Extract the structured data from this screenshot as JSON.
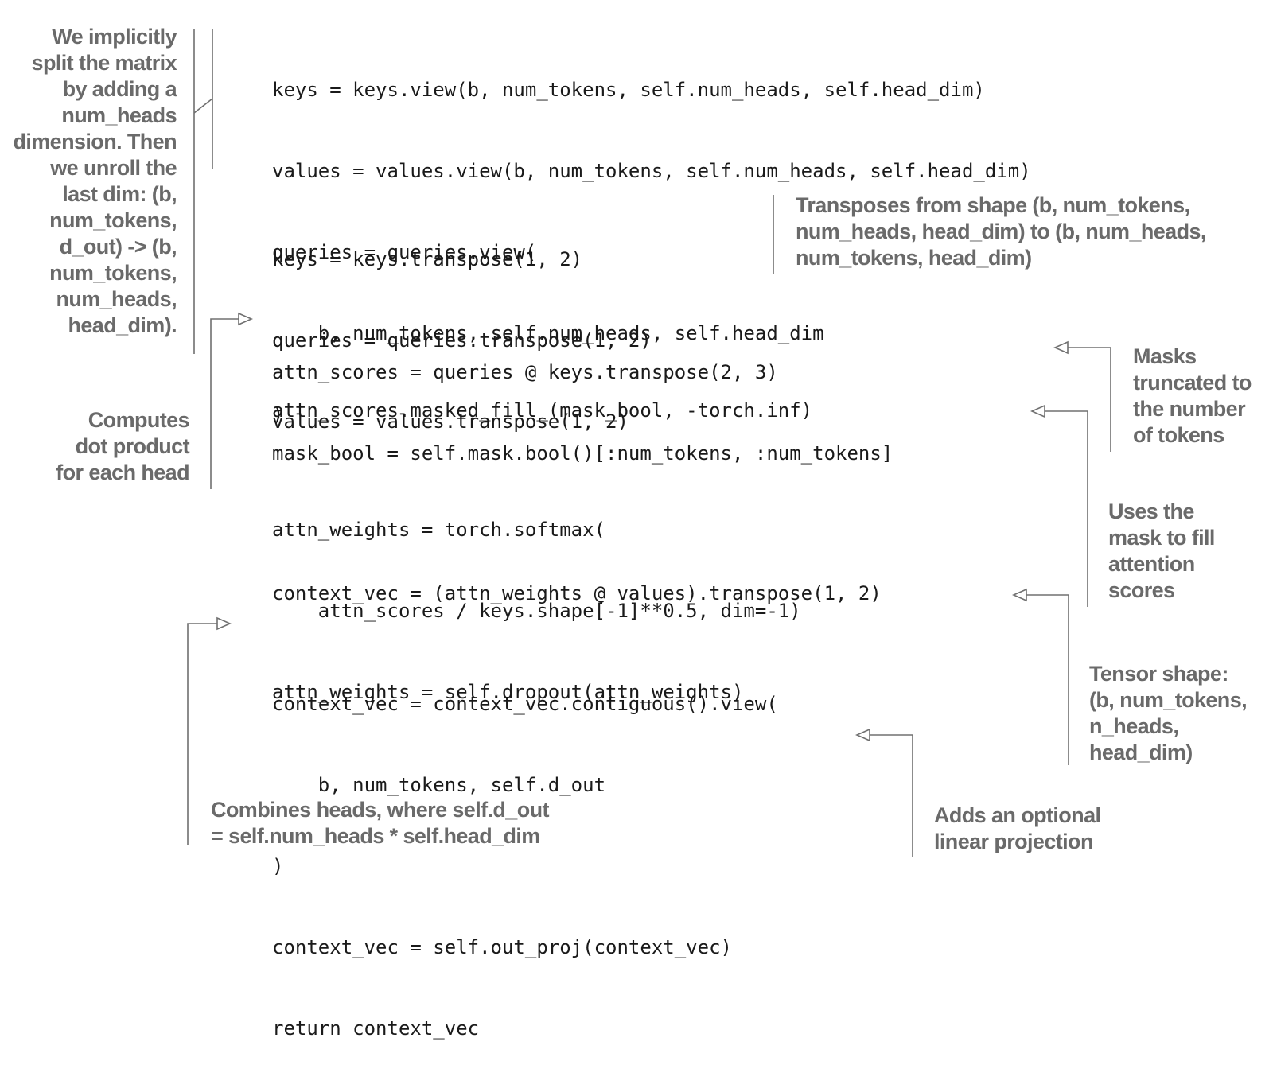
{
  "code_lines": [
    "keys = keys.view(b, num_tokens, self.num_heads, self.head_dim)",
    "values = values.view(b, num_tokens, self.num_heads, self.head_dim)",
    "queries = queries.view(",
    "    b, num_tokens, self.num_heads, self.head_dim",
    ")",
    "keys = keys.transpose(1, 2)",
    "queries = queries.transpose(1, 2)",
    "values = values.transpose(1, 2)",
    "attn_scores = queries @ keys.transpose(2, 3)",
    "mask_bool = self.mask.bool()[:num_tokens, :num_tokens]",
    "attn_scores.masked_fill_(mask_bool, -torch.inf)",
    "attn_weights = torch.softmax(",
    "    attn_scores / keys.shape[-1]**0.5, dim=-1)",
    "attn_weights = self.dropout(attn_weights)",
    "context_vec = (attn_weights @ values).transpose(1, 2)",
    "context_vec = context_vec.contiguous().view(",
    "    b, num_tokens, self.d_out",
    ")",
    "context_vec = self.out_proj(context_vec)",
    "return context_vec"
  ],
  "annotations": {
    "split": [
      "We implicitly",
      "split the matrix",
      "by adding a",
      "num_heads",
      "dimension. Then",
      "we unroll the",
      "last dim: (b,",
      "num_tokens,",
      "d_out) -> (b,",
      "num_tokens,",
      "num_heads,",
      "head_dim)."
    ],
    "transposes": [
      "Transposes from shape (b, num_tokens,",
      "num_heads, head_dim) to (b, num_heads,",
      "num_tokens, head_dim)"
    ],
    "dot_product": [
      "Computes",
      "dot product",
      "for each head"
    ],
    "masks": [
      "Masks",
      "truncated to",
      "the number",
      "of tokens"
    ],
    "uses_mask": [
      "Uses the",
      "mask to fill",
      "attention",
      "scores"
    ],
    "tensor_shape": [
      "Tensor shape:",
      "(b, num_tokens,",
      "n_heads,",
      "head_dim)"
    ],
    "combines": [
      "Combines heads, where self.d_out",
      "= self.num_heads * self.head_dim"
    ],
    "projection": [
      "Adds an optional",
      "linear projection"
    ]
  }
}
